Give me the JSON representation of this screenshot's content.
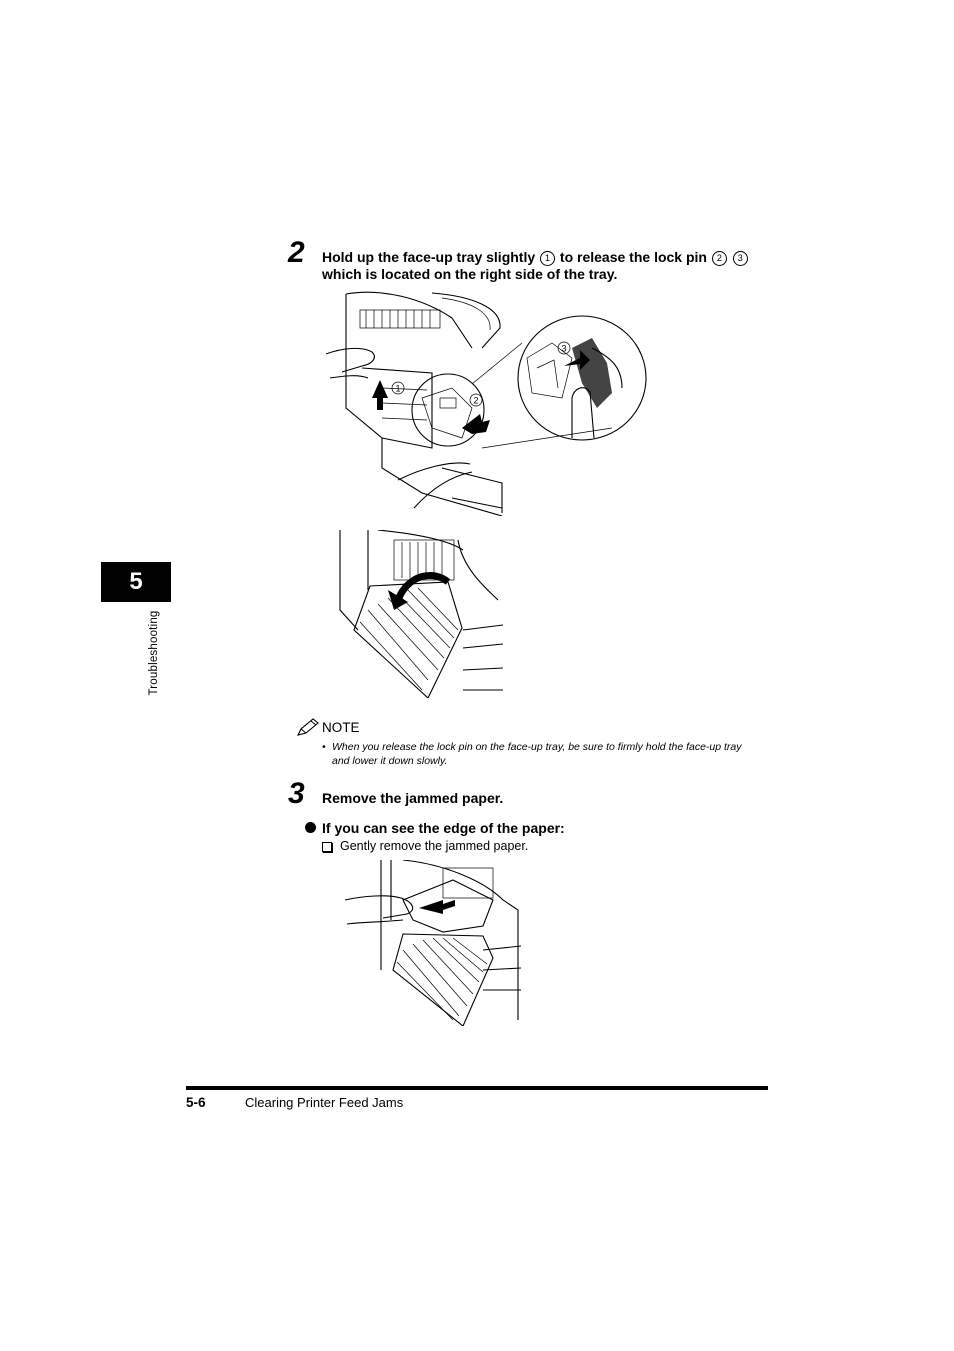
{
  "sidebar": {
    "chapter_number": "5",
    "chapter_label": "Troubleshooting"
  },
  "step2": {
    "number": "2",
    "text_part1": "Hold up the face-up tray slightly",
    "callout1": "1",
    "text_part2": "to release the lock pin",
    "callout2": "2",
    "callout3": "3",
    "line2": "which is located on the right side of the tray."
  },
  "figure1": {
    "callouts": [
      "1",
      "2",
      "3"
    ]
  },
  "note": {
    "label": "NOTE",
    "bullet": "•",
    "line1": "When you release the lock pin on the face-up tray, be sure to firmly hold the face-up tray",
    "line2": "and lower it down slowly."
  },
  "step3": {
    "number": "3",
    "text": "Remove the jammed paper.",
    "subheading": "If you can see the edge of the paper:",
    "check_item": "Gently remove the jammed paper."
  },
  "footer": {
    "page_number": "5-6",
    "section_title": "Clearing Printer Feed Jams"
  }
}
